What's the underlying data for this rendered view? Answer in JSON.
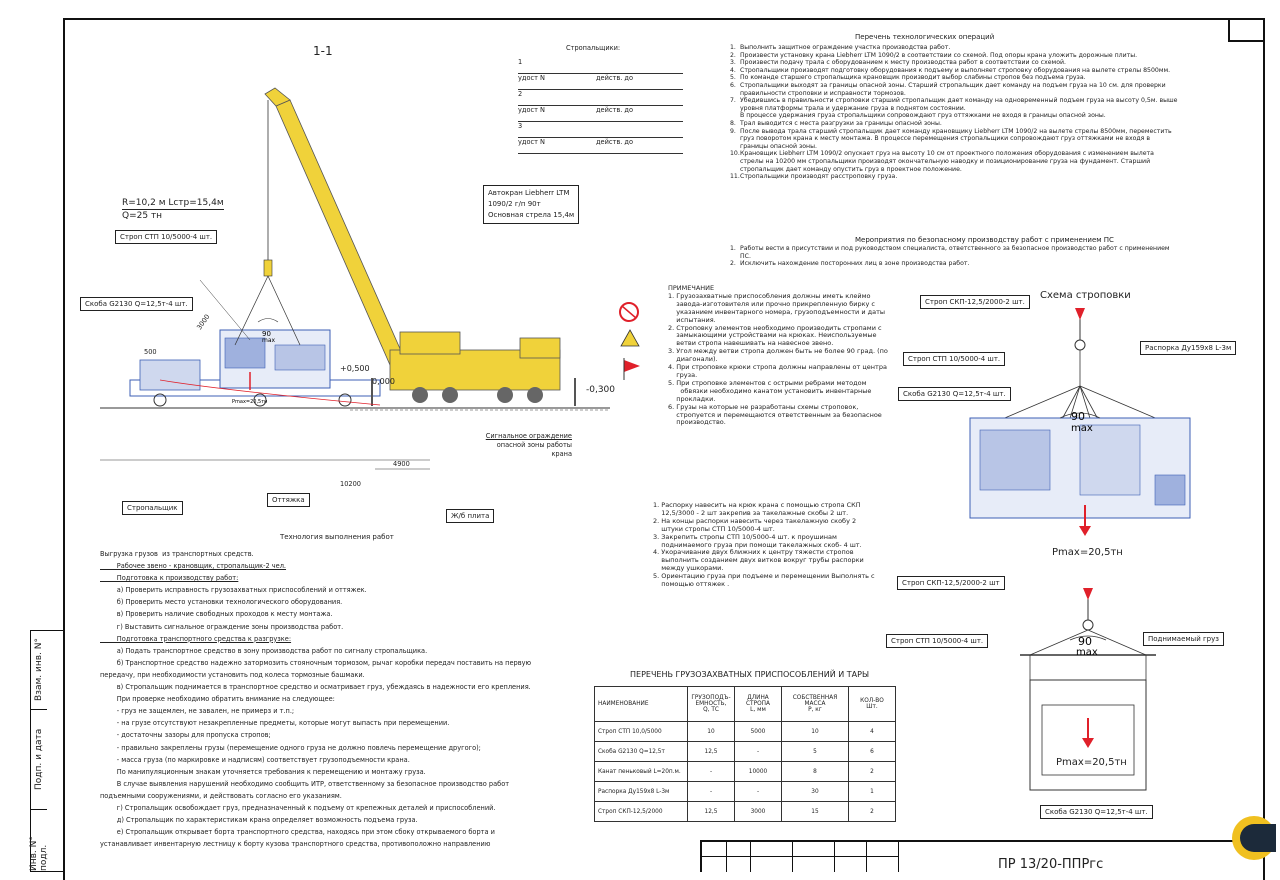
{
  "drawing_number": "ПР 13/20-ППРгс",
  "section_label": "1-1",
  "slingers": {
    "heading": "Стропальщики:",
    "rows": [
      {
        "num": "1",
        "cert": "удост N",
        "valid": "действ. до"
      },
      {
        "num": "2",
        "cert": "удост N",
        "valid": "действ. до"
      },
      {
        "num": "3",
        "cert": "удост N",
        "valid": "действ. до"
      }
    ]
  },
  "crane": {
    "radius": "R=10,2 м Lстр=15,4м",
    "capacity": "Q=25 тн",
    "label_line1": "Автокран Liebherr LTM",
    "label_line2": "1090/2 г/п 90т",
    "label_line3": "Основная стрела 15,4м"
  },
  "callouts": {
    "strop_stp": "Строп СТП 10/5000-4 шт.",
    "skoba": "Скоба G2130 Q=12,5т-4 шт.",
    "stropalshik": "Стропальщик",
    "ottyazhka": "Оттяжка",
    "zhb_plita": "Ж/б плита",
    "fence_line1": "Сигнальное ограждение",
    "fence_line2": "опасной зоны работы",
    "fence_line3": "крана",
    "pmax_small": "Pmax=20,5тн",
    "angle": "90",
    "angle_max": "max"
  },
  "dimensions": {
    "d3000": "3000",
    "d500": "500",
    "level1": "+0,500",
    "level2": "0,000",
    "level3": "-0,300",
    "d4900": "4900",
    "d10200": "10200"
  },
  "operations": {
    "title": "Перечень технологических операций",
    "items": [
      {
        "n": "1.",
        "text": "Выполнить защитное ограждение участка производства работ."
      },
      {
        "n": "2.",
        "text": "Произвести установку крана Liebherr LTM 1090/2 в соответствии со схемой. Под опоры крана уложить дорожные плиты."
      },
      {
        "n": "3.",
        "text": "Произвести подачу трала с оборудованием к месту производства работ в соответствии со схемой."
      },
      {
        "n": "4.",
        "text": "Стропальщики производят подготовку оборудования к подъему и выполняет строповку оборудования на вылете стрелы 8500мм."
      },
      {
        "n": "5.",
        "text": "По команде старшего стропальщика крановщик производит выбор слабины стропов без подъема груза."
      },
      {
        "n": "6.",
        "text": "Стропальщики выходят за границы опасной зоны. Старший стропальщик дает команду на подъем груза на 10 см. для проверки"
      },
      {
        "n": "",
        "text": "правильности строповки и исправности тормозов."
      },
      {
        "n": "7.",
        "text": "Убедившись в правильности строповки старший стропальщик дает команду на одновременный подъем груза на высоту 0,5м. выше"
      },
      {
        "n": "",
        "text": "уровня платформы трала и удержание груза в поднятом состоянии."
      },
      {
        "n": "",
        "text": "В процессе удержания груза стропальщики сопровождают груз оттяжками не входя в границы опасной зоны."
      },
      {
        "n": "8.",
        "text": "Трал выводится с места разгрузки за границы опасной зоны."
      },
      {
        "n": "9.",
        "text": "После вывода трала старший стропальщик дает команду крановщику Liebherr LTM 1090/2 на вылете стрелы 8500мм, переместить"
      },
      {
        "n": "",
        "text": "груз поворотом крана к месту монтажа. В процессе перемещения стропальщики сопровождают груз оттяжками не входя в"
      },
      {
        "n": "",
        "text": "границы опасной зоны."
      },
      {
        "n": "10.",
        "text": "Крановщик Liebherr LTM 1090/2 опускает груз на высоту 10 см от проектного положения оборудования с изменением вылета"
      },
      {
        "n": "",
        "text": "стрелы на 10200 мм стропальщики производят окончательную наводку и позиционирование груза на фундамент. Старший"
      },
      {
        "n": "",
        "text": "стропальщик дает команду опустить груз в проектное положение."
      },
      {
        "n": "11.",
        "text": "Стропальщики производят расстроповку груза."
      }
    ]
  },
  "safety": {
    "title": "Мероприятия по безопасному производству работ с применением ПС",
    "items": [
      {
        "n": "1.",
        "text": "Работы вести в присутствии и под руководством специалиста, ответственного за безопасное производство работ с применением"
      },
      {
        "n": "",
        "text": "ПС."
      },
      {
        "n": "2.",
        "text": "Исключить нахождение посторонних лиц в зоне производства работ."
      }
    ]
  },
  "note": {
    "title": "ПРИМЕЧАНИЕ",
    "lines": [
      "1. Грузозахватные приспособления должны иметь клеймо",
      "    завода-изготовителя или прочно прикрепленную бирку с",
      "    указанием инвентарного номера, грузоподъемности и даты",
      "    испытания.",
      "2. Строповку элементов необходимо производить стропами с",
      "    замыкающими устройствами на крюках. Неиспользуемые",
      "    ветви стропа навешивать на навесное звено.",
      "3. Угол между ветви стропа должен быть не более 90 град. (по",
      "    диагонали).",
      "4. При строповке крюки стропа должны направлены от центра",
      "    груза.",
      "5. При строповке элементов с острыми ребрами методом",
      "      обвязки необходимо канатом установить инвентарные",
      "    прокладки.",
      "6. Грузы на которые не разработаны схемы строповок,",
      "    стропуется и перемещаются ответственным за безопасное",
      "    производство."
    ]
  },
  "traverse_notes": [
    "1. Распорку навесить на крюк крана с помощью стропа СКП",
    "    12,5/3000 - 2 шт закрепив за такелажные скобы 2 шт.",
    "2. На концы распорки навесить через такелажную скобу 2",
    "    штуки стропы СТП 10/5000-4 шт.",
    "3. Закрепить стропы СТП 10/5000-4 шт. к проушинам",
    "    поднимаемого груза при помощи такелажных скоб- 4 шт.",
    "4. Укорачивание двух ближних к центру тяжести стропов",
    "    выполнить созданием двух витков вокруг трубы распорки",
    "    между ушкорами.",
    "5. Ориентацию груза при подъеме и перемещении Выполнять с",
    "    помощью оттяжек ."
  ],
  "sling_scheme": {
    "title": "Схема строповки",
    "label_skp": "Строп СКП-12,5/2000-2 шт.",
    "label_rasporka": "Распорка Ду159х8 L-3м",
    "label_stp": "Строп СТП 10/5000-4 шт.",
    "label_skoba": "Скоба G2130 Q=12,5т-4 шт.",
    "angle": "90",
    "angle_max": "max",
    "pmax": "Pmax=20,5тн"
  },
  "sling_scheme2": {
    "label_skp": "Строп СКП-12,5/2000-2 шт",
    "label_stp": "Строп СТП 10/5000-4 шт.",
    "label_cargo": "Поднимаемый груз",
    "label_skoba": "Скоба G2130 Q=12,5т-4 шт.",
    "angle": "90",
    "angle_max": "max",
    "pmax": "Pmax=20,5тн"
  },
  "technology": {
    "title": "Технология выполнения работ",
    "lines": [
      "Выгрузка грузов  из транспортных средств.",
      "        Рабочее звено - крановщик, стропальщик-2 чел.",
      "        Подготовка к производству работ:",
      "        а) Проверить исправность грузозахватных приспособлений и оттяжек.",
      "        б) Проверить место установки технологического оборудования.",
      "        в) Проверить наличие свободных проходов к месту монтажа.",
      "        г) Выставить сигнальное ограждение зоны производства работ.",
      "        Подготовка транспортного средства к разгрузке:",
      "        а) Подать транспортное средство в зону производства работ по сигналу стропальщика.",
      "        б) Транспортное средство надежно затормозить стояночным тормозом, рычаг коробки передач поставить на первую",
      "передачу, при необходимости установить под колеса тормозные башмаки.",
      "        в) Стропальщик поднимается в транспортное средство и осматривает груз, убеждаясь в надежности его крепления.",
      "        При проверке необходимо обратить внимание на следующее:",
      "        - груз не защемлен, не завален, не примерз и т.п.;",
      "        - на грузе отсутствуют незакрепленные предметы, которые могут выпасть при перемещении.",
      "        - достаточны зазоры для пропуска стропов;",
      "        - правильно закреплены грузы (перемещение одного груза не должно повлечь перемещение другого);",
      "        - масса груза (по маркировке и надписям) соответствует грузоподъемности крана.",
      "        По манипуляционным знакам уточняется требования к перемещению и монтажу груза.",
      "        В случае выявления нарушений необходимо сообщить ИТР, ответственному за безопасное производство работ",
      "подъемными сооружениями, и действовать согласно его указаниям.",
      "        г) Стропальщик освобождает груз, предназначенный к подъему от крепежных деталей и приспособлений.",
      "        д) Стропальщик по характеристикам крана определяет возможность подъема груза.",
      "        е) Стропальщик открывает борта транспортного средства, находясь при этом сбоку открываемого борта и",
      "устанавливает инвентарную лестницу к борту кузова транспортного средства, противоположно направлению"
    ]
  },
  "equipment_table": {
    "title": "ПЕРЕЧЕНЬ ГРУЗОЗАХВАТНЫХ ПРИСПОСОБЛЕНИЙ И ТАРЫ",
    "headers": [
      [
        "НАИМЕНОВАНИЕ"
      ],
      [
        "ГРУЗОПОДЪ-",
        "ЕМНОСТЬ,",
        "Q, ТС"
      ],
      [
        "ДЛИНА",
        "СТРОПА",
        "L, мм"
      ],
      [
        "СОБСТВЕННАЯ",
        "МАССА",
        "P, кг"
      ],
      [
        "КОЛ-ВО",
        "Шт."
      ]
    ],
    "rows": [
      [
        "Строп СТП 10,0/5000",
        "10",
        "5000",
        "10",
        "4"
      ],
      [
        "Скоба G2130 Q=12,5т",
        "12,5",
        "-",
        "5",
        "6"
      ],
      [
        "Канат пеньковый L=20п.м.",
        "-",
        "10000",
        "8",
        "2"
      ],
      [
        "Распорка Ду159х8 L-3м",
        "-",
        "-",
        "30",
        "1"
      ],
      [
        "Строп СКП-12,5/2000",
        "12,5",
        "3000",
        "15",
        "2"
      ]
    ]
  },
  "side_stamp": {
    "vzam": "Взам. инв. N°",
    "podp": "Подп. и дата",
    "inv": "Инв. N° подл."
  },
  "colors": {
    "crane_yellow": "#f0d23a",
    "equipment_blue": "#3c5fb5",
    "warning_red": "#e0202a"
  }
}
